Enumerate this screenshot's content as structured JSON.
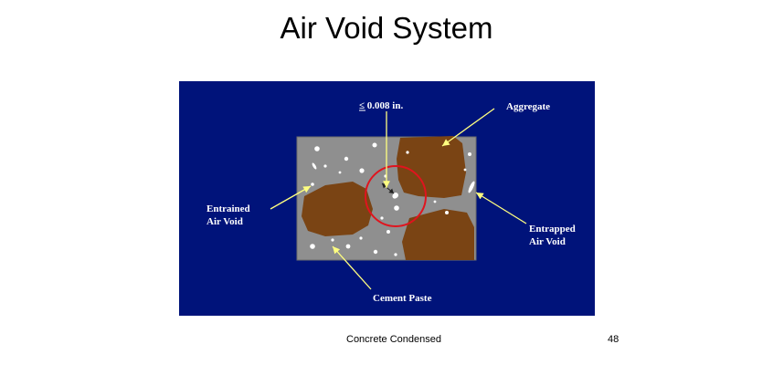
{
  "title": "Air Void System",
  "diagram": {
    "spacing_label": "≤ 0.008 in.",
    "labels": {
      "aggregate": "Aggregate",
      "entrained_line1": "Entrained",
      "entrained_line2": "Air Void",
      "entrapped_line1": "Entrapped",
      "entrapped_line2": "Air Void",
      "cement_paste": "Cement Paste"
    },
    "colors": {
      "background": "#00137a",
      "cement_paste": "#8f8f8f",
      "aggregate": "#7a4414",
      "air_void": "#ffffff",
      "label_text": "#ffffff",
      "arrow": "#ffff80",
      "spacing_circle": "#e0141e"
    }
  },
  "footer": {
    "text": "Concrete Condensed",
    "page_number": "48"
  }
}
